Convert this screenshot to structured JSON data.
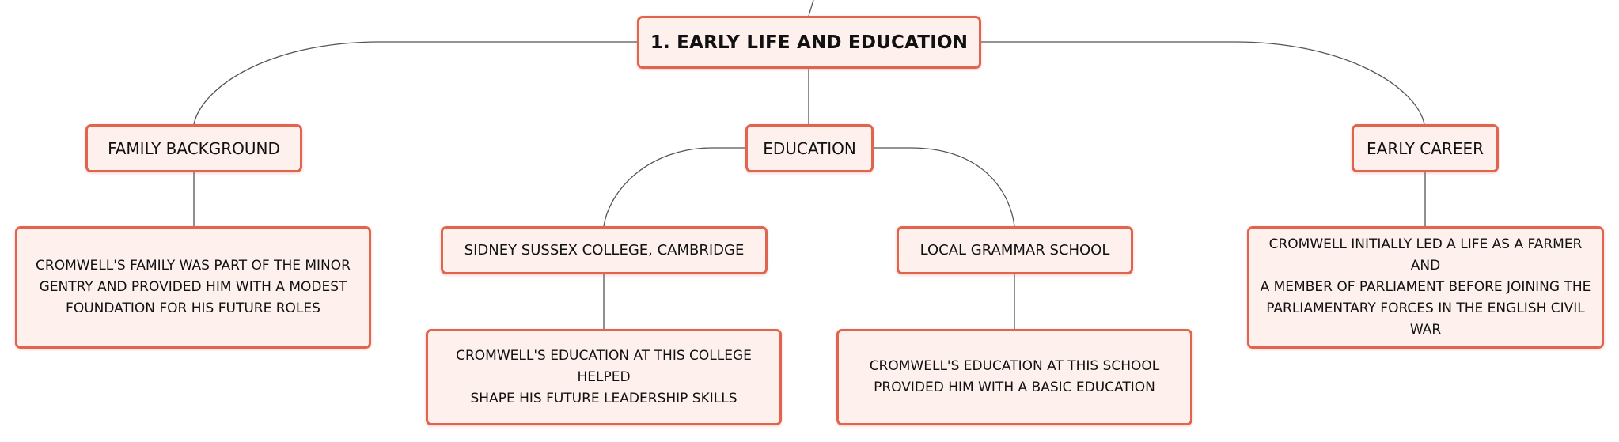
{
  "colors": {
    "node_border": "#e0654f",
    "node_fill": "#fdf0ed",
    "connector": "#555555",
    "text": "#111111"
  },
  "root": {
    "label": "1. EARLY LIFE AND EDUCATION"
  },
  "branches": {
    "family": {
      "label": "FAMILY BACKGROUND",
      "detail": [
        "CROMWELL'S FAMILY WAS PART OF THE MINOR",
        "GENTRY AND PROVIDED HIM WITH A MODEST",
        "FOUNDATION FOR HIS FUTURE ROLES"
      ]
    },
    "education": {
      "label": "EDUCATION",
      "children": {
        "sidney": {
          "label": "SIDNEY SUSSEX COLLEGE, CAMBRIDGE",
          "detail": [
            "CROMWELL'S EDUCATION AT THIS COLLEGE HELPED",
            "SHAPE HIS FUTURE LEADERSHIP SKILLS"
          ]
        },
        "grammar": {
          "label": "LOCAL GRAMMAR SCHOOL",
          "detail": [
            "CROMWELL'S EDUCATION AT THIS SCHOOL",
            "PROVIDED HIM WITH A BASIC EDUCATION"
          ]
        }
      }
    },
    "career": {
      "label": "EARLY CAREER",
      "detail": [
        "CROMWELL INITIALLY LED A LIFE AS A FARMER AND",
        "A MEMBER OF PARLIAMENT BEFORE JOINING THE",
        "PARLIAMENTARY FORCES IN THE ENGLISH CIVIL WAR"
      ]
    }
  }
}
